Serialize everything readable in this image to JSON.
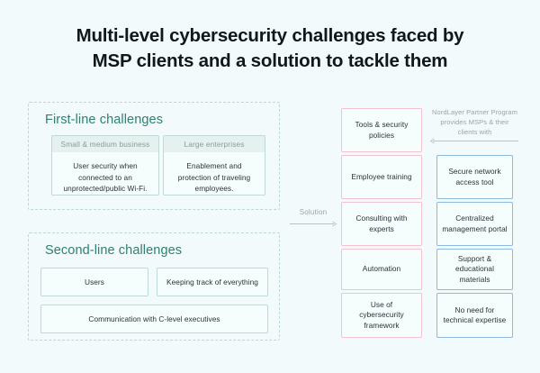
{
  "title": {
    "line1": "Multi-level cybersecurity challenges faced by",
    "line2": "MSP clients and a solution to tackle them"
  },
  "left_column": {
    "first_line": {
      "heading": "First-line challenges",
      "cards": [
        {
          "head": "Small & medium business",
          "body": "User security when connected to an unprotected/public Wi-Fi."
        },
        {
          "head": "Large enterprises",
          "body": "Enablement and protection of traveling employees."
        }
      ]
    },
    "second_line": {
      "heading": "Second-line challenges",
      "cards": [
        {
          "label": "Users"
        },
        {
          "label": "Keeping track of everything"
        },
        {
          "label": "Communication with C-level executives"
        }
      ]
    }
  },
  "connector": {
    "label": "Solution",
    "arrow_icon": "arrow-right-icon"
  },
  "middle_column": {
    "boxes": [
      {
        "label": "Tools & security policies"
      },
      {
        "label": "Employee training"
      },
      {
        "label": "Consulting with experts"
      },
      {
        "label": "Automation"
      },
      {
        "label": "Use of cybersecurity framework"
      }
    ]
  },
  "right_column": {
    "note": "NordLayer Partner Program provides MSPs & their clients with",
    "arrow_icon": "arrow-left-icon",
    "boxes": [
      {
        "label": "Secure network access tool"
      },
      {
        "label": "Centralized management portal"
      },
      {
        "label": "Support & educational materials"
      },
      {
        "label": "No need for technical expertise"
      }
    ]
  },
  "colors": {
    "background": "#f2fafb",
    "heading_teal": "#2e8173",
    "dashed_border": "#bfd7da",
    "card_border_teal": "#bfd9d4",
    "card_head_bg": "#e4f1ee",
    "pink_border": "#f2c3cf",
    "blue_border": "#8fb8dd",
    "muted_text": "#9aa6ab",
    "body_text": "#2b3236",
    "title_text": "#11171c"
  }
}
